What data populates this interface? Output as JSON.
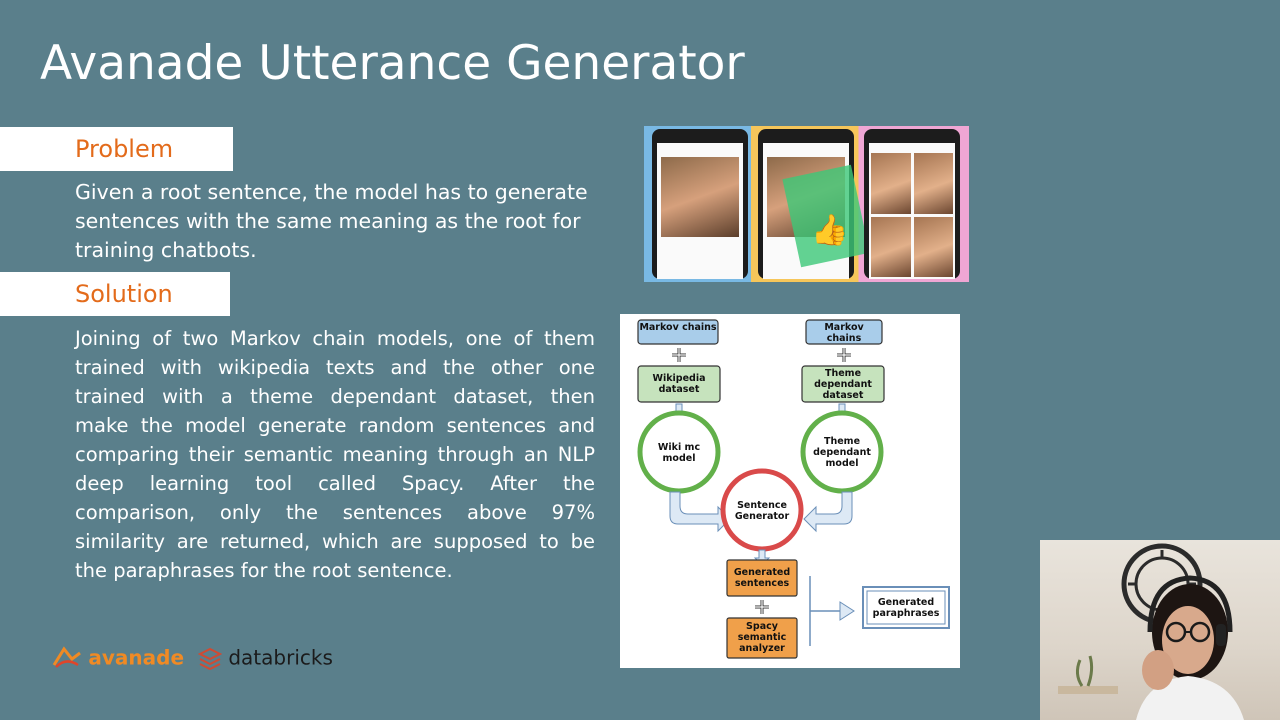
{
  "slide": {
    "title": "Avanade Utterance Generator",
    "problem": {
      "heading": "Problem",
      "lines": [
        "Given a root sentence, the model has to generate",
        "sentences with the same meaning as the root for",
        "training chatbots."
      ]
    },
    "solution": {
      "heading": "Solution",
      "lines": [
        "Joining of two Markov chain models, one of them",
        "trained with wikipedia texts and the other one",
        "trained with a theme dependant dataset, then",
        "make the model generate random sentences and",
        "comparing their semantic meaning through an NLP",
        "deep learning tool called Spacy. After the",
        "comparison, only the sentences above 97%",
        "similarity are returned, which are supposed to be",
        "the paraphrases for the root sentence."
      ]
    }
  },
  "diagram": {
    "markov_left": "Markov chains",
    "markov_right": "Markov chains",
    "wikipedia_dataset": "Wikipedia dataset",
    "theme_dataset": "Theme dependant dataset",
    "wiki_model": "Wiki mc model",
    "theme_model": "Theme dependant model",
    "sentence_generator": "Sentence Generator",
    "generated_sentences": "Generated sentences",
    "spacy": "Spacy semantic analyzer",
    "generated_paraphrases": "Generated paraphrases"
  },
  "logos": {
    "avanade": "avanade",
    "databricks": "databricks"
  },
  "colors": {
    "background": "#5a7f8b",
    "accent": "#e36b1b",
    "box_blue": "#a9cdea",
    "box_green": "#c6e3bd",
    "box_orange": "#f0a04a"
  },
  "icons": {
    "avanade_logo": "avanade-logo-icon",
    "databricks_logo": "databricks-logo-icon"
  }
}
